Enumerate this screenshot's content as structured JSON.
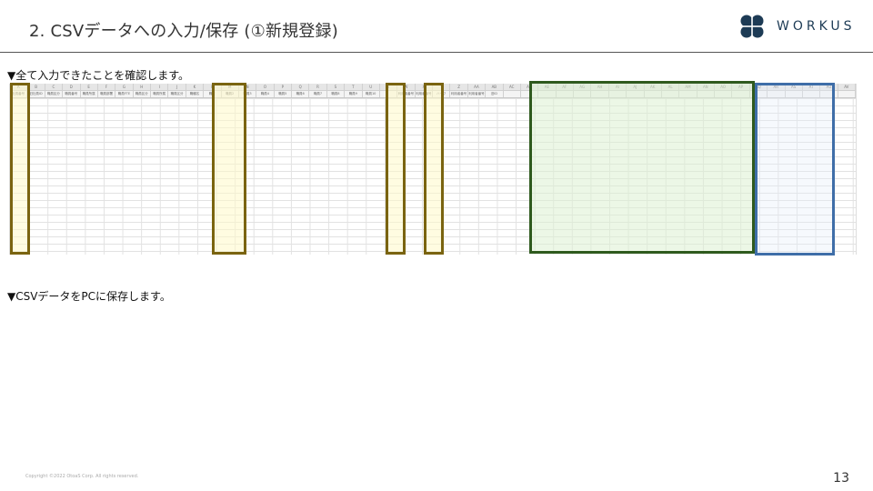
{
  "slide": {
    "title": "2. CSVデータへの入力/保存 (①新規登録)",
    "note_confirm": "▼全て入力できたことを確認します。",
    "note_save": "▼CSVデータをPCに保存します。",
    "copyright": "Copyright ©2022 OtoaS Corp. All rights reserved.",
    "page_number": "13"
  },
  "logo": {
    "text": "WORKUS",
    "color": "#1d3b55"
  },
  "spreadsheet": {
    "columns": [
      "A",
      "B",
      "C",
      "D",
      "E",
      "F",
      "G",
      "H",
      "I",
      "J",
      "K",
      "L",
      "M",
      "N",
      "O",
      "P",
      "Q",
      "R",
      "S",
      "T",
      "U",
      "V",
      "W",
      "X",
      "Y",
      "Z",
      "AA",
      "AB",
      "AC",
      "AD",
      "AE",
      "AF",
      "AG",
      "AH",
      "AI",
      "AJ",
      "AK",
      "AL",
      "AM",
      "AN",
      "AO",
      "AP",
      "AQ",
      "AR",
      "AS",
      "AT",
      "AU",
      "AV"
    ],
    "field_headers": [
      "社員番号",
      "旧社員ID",
      "職員区分",
      "職員番号",
      "職員所属",
      "職員部署",
      "職員FTE",
      "職員区分",
      "職員所属",
      "職員区分",
      "職種名",
      "職位",
      "職員2",
      "職員3",
      "職員4",
      "職員5",
      "職員6",
      "職員7",
      "職員8",
      "職員9",
      "職員10",
      "",
      "利用者番号",
      "利用者番号",
      "ハーフ",
      "利用者番号",
      "利用者番号",
      "旧ID",
      "",
      "",
      "",
      "",
      "",
      "",
      "",
      "",
      "",
      "",
      "",
      "",
      "",
      "",
      "",
      "",
      "",
      "",
      "",
      ""
    ]
  },
  "highlight_colors": {
    "yellow_border": "#7a6410",
    "green_border": "#2f5a1e",
    "blue_border": "#3f6ea8"
  }
}
